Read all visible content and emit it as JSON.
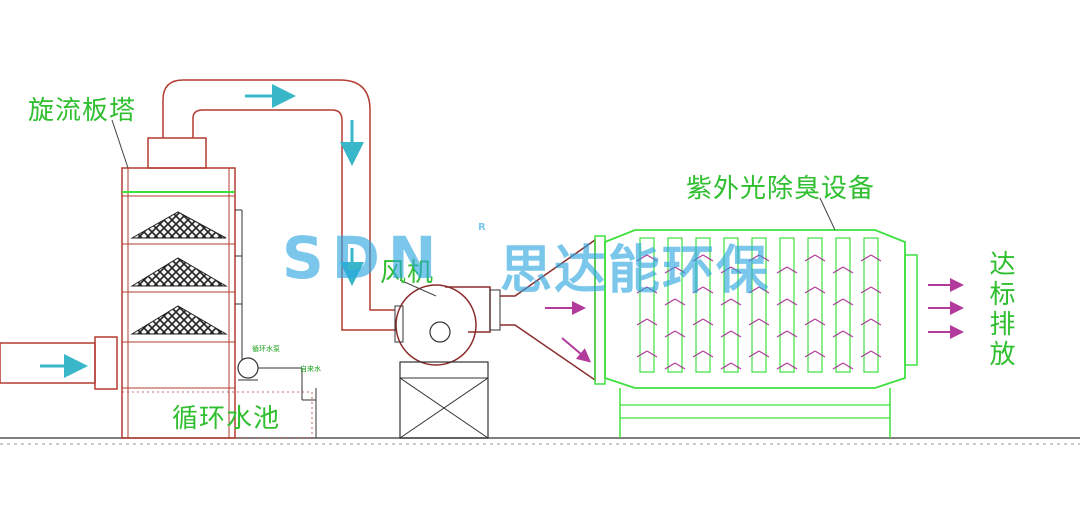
{
  "labels": {
    "tower": "旋流板塔",
    "fan": "风机",
    "uv": "紫外光除臭设备",
    "pool": "循环水池",
    "exhaust": "达标排放",
    "pump_tag": "循环水泵",
    "tank_tag": "自来水"
  },
  "watermark": {
    "latin": "SDN",
    "mark": "R",
    "cn": "思达能环保"
  },
  "colors": {
    "pipe_outline": "#b43c32",
    "equipment": "#8b2c2c",
    "uv_frame": "#3ee03e",
    "label": "#2fbf2f",
    "flow_arrow": "#39b7c9",
    "uv_arrow": "#b23a9c",
    "watermark": "#2aa6e0"
  }
}
